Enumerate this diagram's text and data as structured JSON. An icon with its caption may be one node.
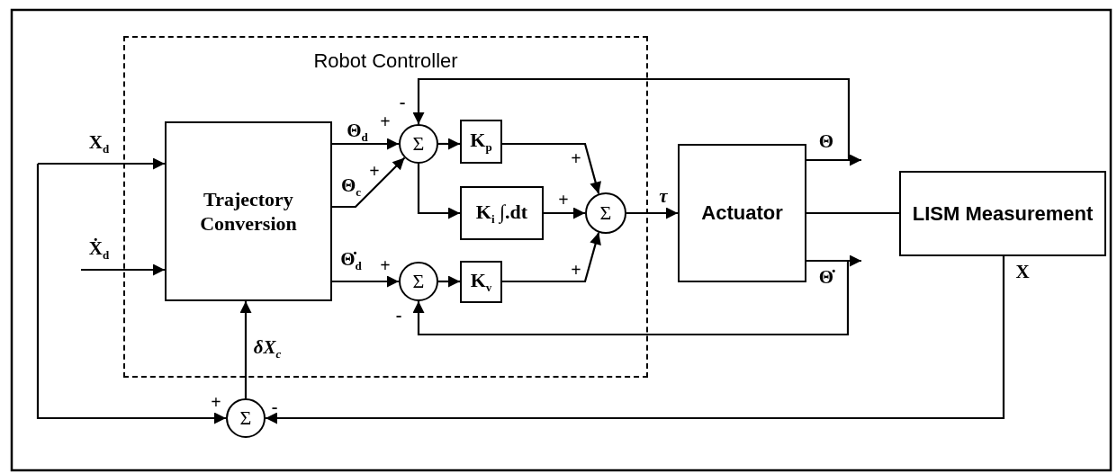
{
  "diagram": {
    "nodes": [
      {
        "text": [
          "Robot Controller"
        ]
      },
      {
        "text": [
          "Trajectory Conversion"
        ],
        "in": 0
      },
      {
        "text": [
          "Σ"
        ],
        "in": 0
      },
      {
        "text": [
          "K$_{p}$"
        ],
        "in": 0
      },
      {
        "text": [
          "K$_{i}$ ∫.dt"
        ],
        "in": 0
      },
      {
        "text": [
          "Σ"
        ],
        "in": 0
      },
      {
        "text": [
          "Σ"
        ],
        "in": 0
      },
      {
        "text": [
          "K$_{v}$"
        ],
        "in": 0
      },
      {
        "text": [
          "Actuator"
        ]
      },
      {
        "text": [
          "LISM Measurement"
        ]
      },
      {
        "text": [
          "Σ"
        ]
      }
    ],
    "edges": [
      {
        "from": null,
        "to": 1,
        "arrow": "to",
        "label": "X$_{d}$"
      },
      {
        "from": null,
        "to": 10,
        "arrow": "to"
      },
      {
        "from": null,
        "to": 1,
        "arrow": "to",
        "label": "Ẋ$_{d}$"
      },
      {
        "from": 1,
        "to": 2,
        "arrow": "to",
        "label": "Θ$_{d}$"
      },
      {
        "from": 1,
        "to": 2,
        "arrow": "to",
        "label": "Θ$_{c}$"
      },
      {
        "from": 1,
        "to": 6,
        "arrow": "to",
        "label": "Θ̇$_{d}$"
      },
      {
        "from": 2,
        "to": 3,
        "arrow": "to"
      },
      {
        "from": 2,
        "to": 4,
        "arrow": "to"
      },
      {
        "from": 6,
        "to": 7,
        "arrow": "to"
      },
      {
        "from": 3,
        "to": 5,
        "arrow": "to"
      },
      {
        "from": 4,
        "to": 5,
        "arrow": "to"
      },
      {
        "from": 7,
        "to": 5,
        "arrow": "to"
      },
      {
        "from": 5,
        "to": 8,
        "arrow": "to",
        "label": "τ"
      },
      {
        "from": 8,
        "to": null,
        "arrow": "to",
        "label": "Θ"
      },
      {
        "from": 8,
        "to": 2,
        "arrow": "to"
      },
      {
        "from": 8,
        "to": null,
        "arrow": "to",
        "label": "Θ̇"
      },
      {
        "from": 8,
        "to": 6,
        "arrow": "to"
      },
      {
        "from": 8,
        "to": 9,
        "arrow": "none"
      },
      {
        "from": 9,
        "to": 10,
        "arrow": "to",
        "label": "X"
      },
      {
        "from": 10,
        "to": 1,
        "arrow": "to",
        "label": "δX$_{c}$"
      }
    ],
    "labels": [
      "-",
      "+",
      "+",
      "+",
      "+",
      "+",
      "+",
      "-",
      "+",
      "-"
    ]
  }
}
